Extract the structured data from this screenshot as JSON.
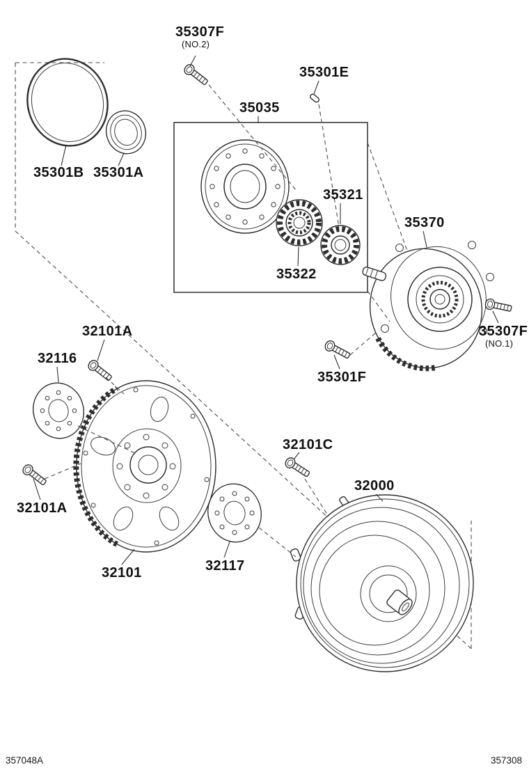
{
  "page": {
    "background": "#ffffff",
    "line_color": "#2d2d2d",
    "footer": {
      "left_code": "357048A",
      "right_code": "357308"
    },
    "parts": [
      {
        "id": "35307F-no2",
        "label": "35307F",
        "sublabel": "(NO.2)"
      },
      {
        "id": "35301E",
        "label": "35301E"
      },
      {
        "id": "35035",
        "label": "35035"
      },
      {
        "id": "35301B",
        "label": "35301B"
      },
      {
        "id": "35301A",
        "label": "35301A"
      },
      {
        "id": "35321",
        "label": "35321"
      },
      {
        "id": "35322",
        "label": "35322"
      },
      {
        "id": "35370",
        "label": "35370"
      },
      {
        "id": "35307F-no1",
        "label": "35307F",
        "sublabel": "(NO.1)"
      },
      {
        "id": "35301F",
        "label": "35301F"
      },
      {
        "id": "32101A-upper",
        "label": "32101A"
      },
      {
        "id": "32116",
        "label": "32116"
      },
      {
        "id": "32101A-lower",
        "label": "32101A"
      },
      {
        "id": "32101",
        "label": "32101"
      },
      {
        "id": "32117",
        "label": "32117"
      },
      {
        "id": "32101C",
        "label": "32101C"
      },
      {
        "id": "32000",
        "label": "32000"
      }
    ]
  }
}
